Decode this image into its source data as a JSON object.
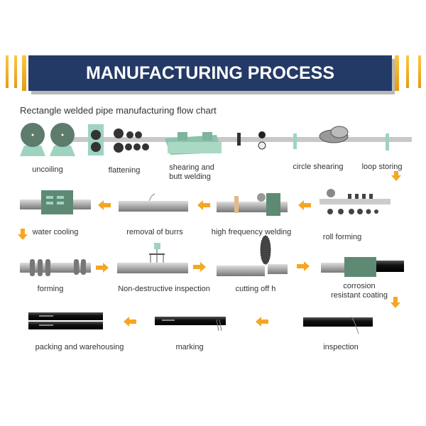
{
  "header": {
    "title": "MANUFACTURING PROCESS",
    "subtitle": "Rectangle welded pipe manufacturing flow chart"
  },
  "steps": [
    {
      "label": "uncoiling"
    },
    {
      "label": "flattening"
    },
    {
      "label": "shearing and",
      "label2": "butt welding"
    },
    {
      "label": "circle shearing"
    },
    {
      "label": "loop storing"
    },
    {
      "label": "roll forming"
    },
    {
      "label": "high frequency welding"
    },
    {
      "label": "removal of burrs"
    },
    {
      "label": "water cooling"
    },
    {
      "label": "forming"
    },
    {
      "label": "Non-destructive inspection"
    },
    {
      "label": "cutting off h"
    },
    {
      "label": "corrosion",
      "label2": "resistant coating"
    },
    {
      "label": "inspection"
    },
    {
      "label": "marking"
    },
    {
      "label": "packing and warehousing"
    }
  ],
  "colors": {
    "banner": "#243a66",
    "arrow": "#f5a623",
    "machine": "#5e8a74",
    "base": "#9fd3c0",
    "pipe": "#a8a8a8",
    "coated": "#1e1e1e"
  }
}
